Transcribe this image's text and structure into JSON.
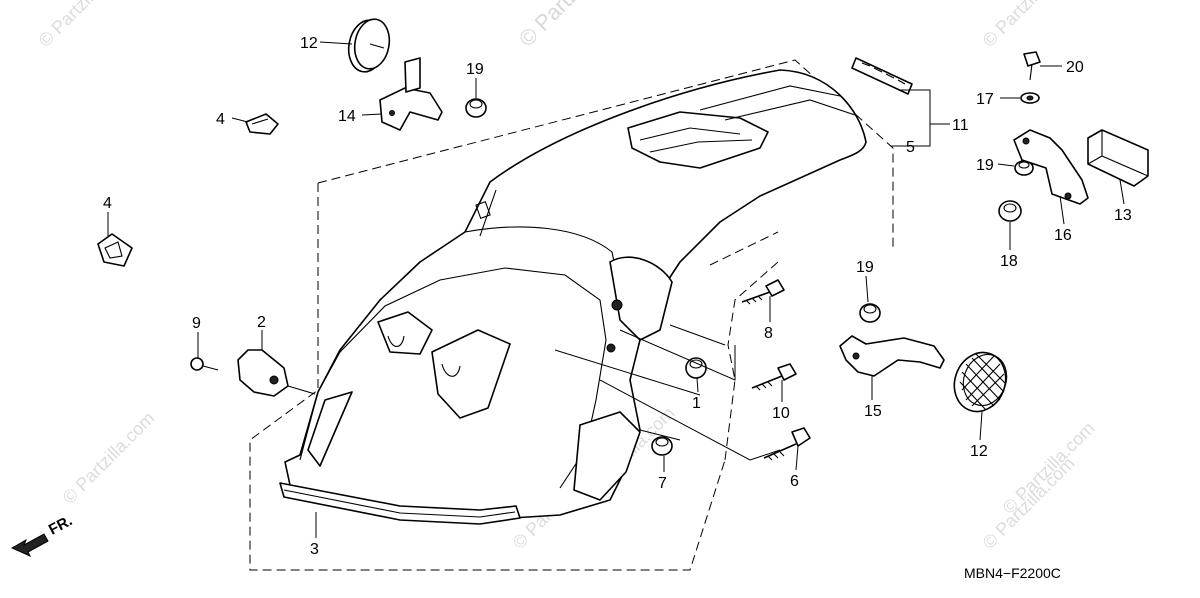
{
  "diagram": {
    "code": "MBN4−F2200C",
    "direction_label": "FR.",
    "watermarks": [
      "© Partzilla.com",
      "© Partzilla.com",
      "© Partzilla.com",
      "© Partzilla.com",
      "© Partzilla.com",
      "© Partzilla.com",
      "© Partzilla.com",
      "© Partzilla.com"
    ],
    "callouts": [
      "12",
      "14",
      "19",
      "4",
      "4",
      "9",
      "2",
      "3",
      "5",
      "11",
      "20",
      "17",
      "19",
      "16",
      "13",
      "18",
      "8",
      "19",
      "1",
      "10",
      "15",
      "12",
      "7",
      "6"
    ]
  }
}
